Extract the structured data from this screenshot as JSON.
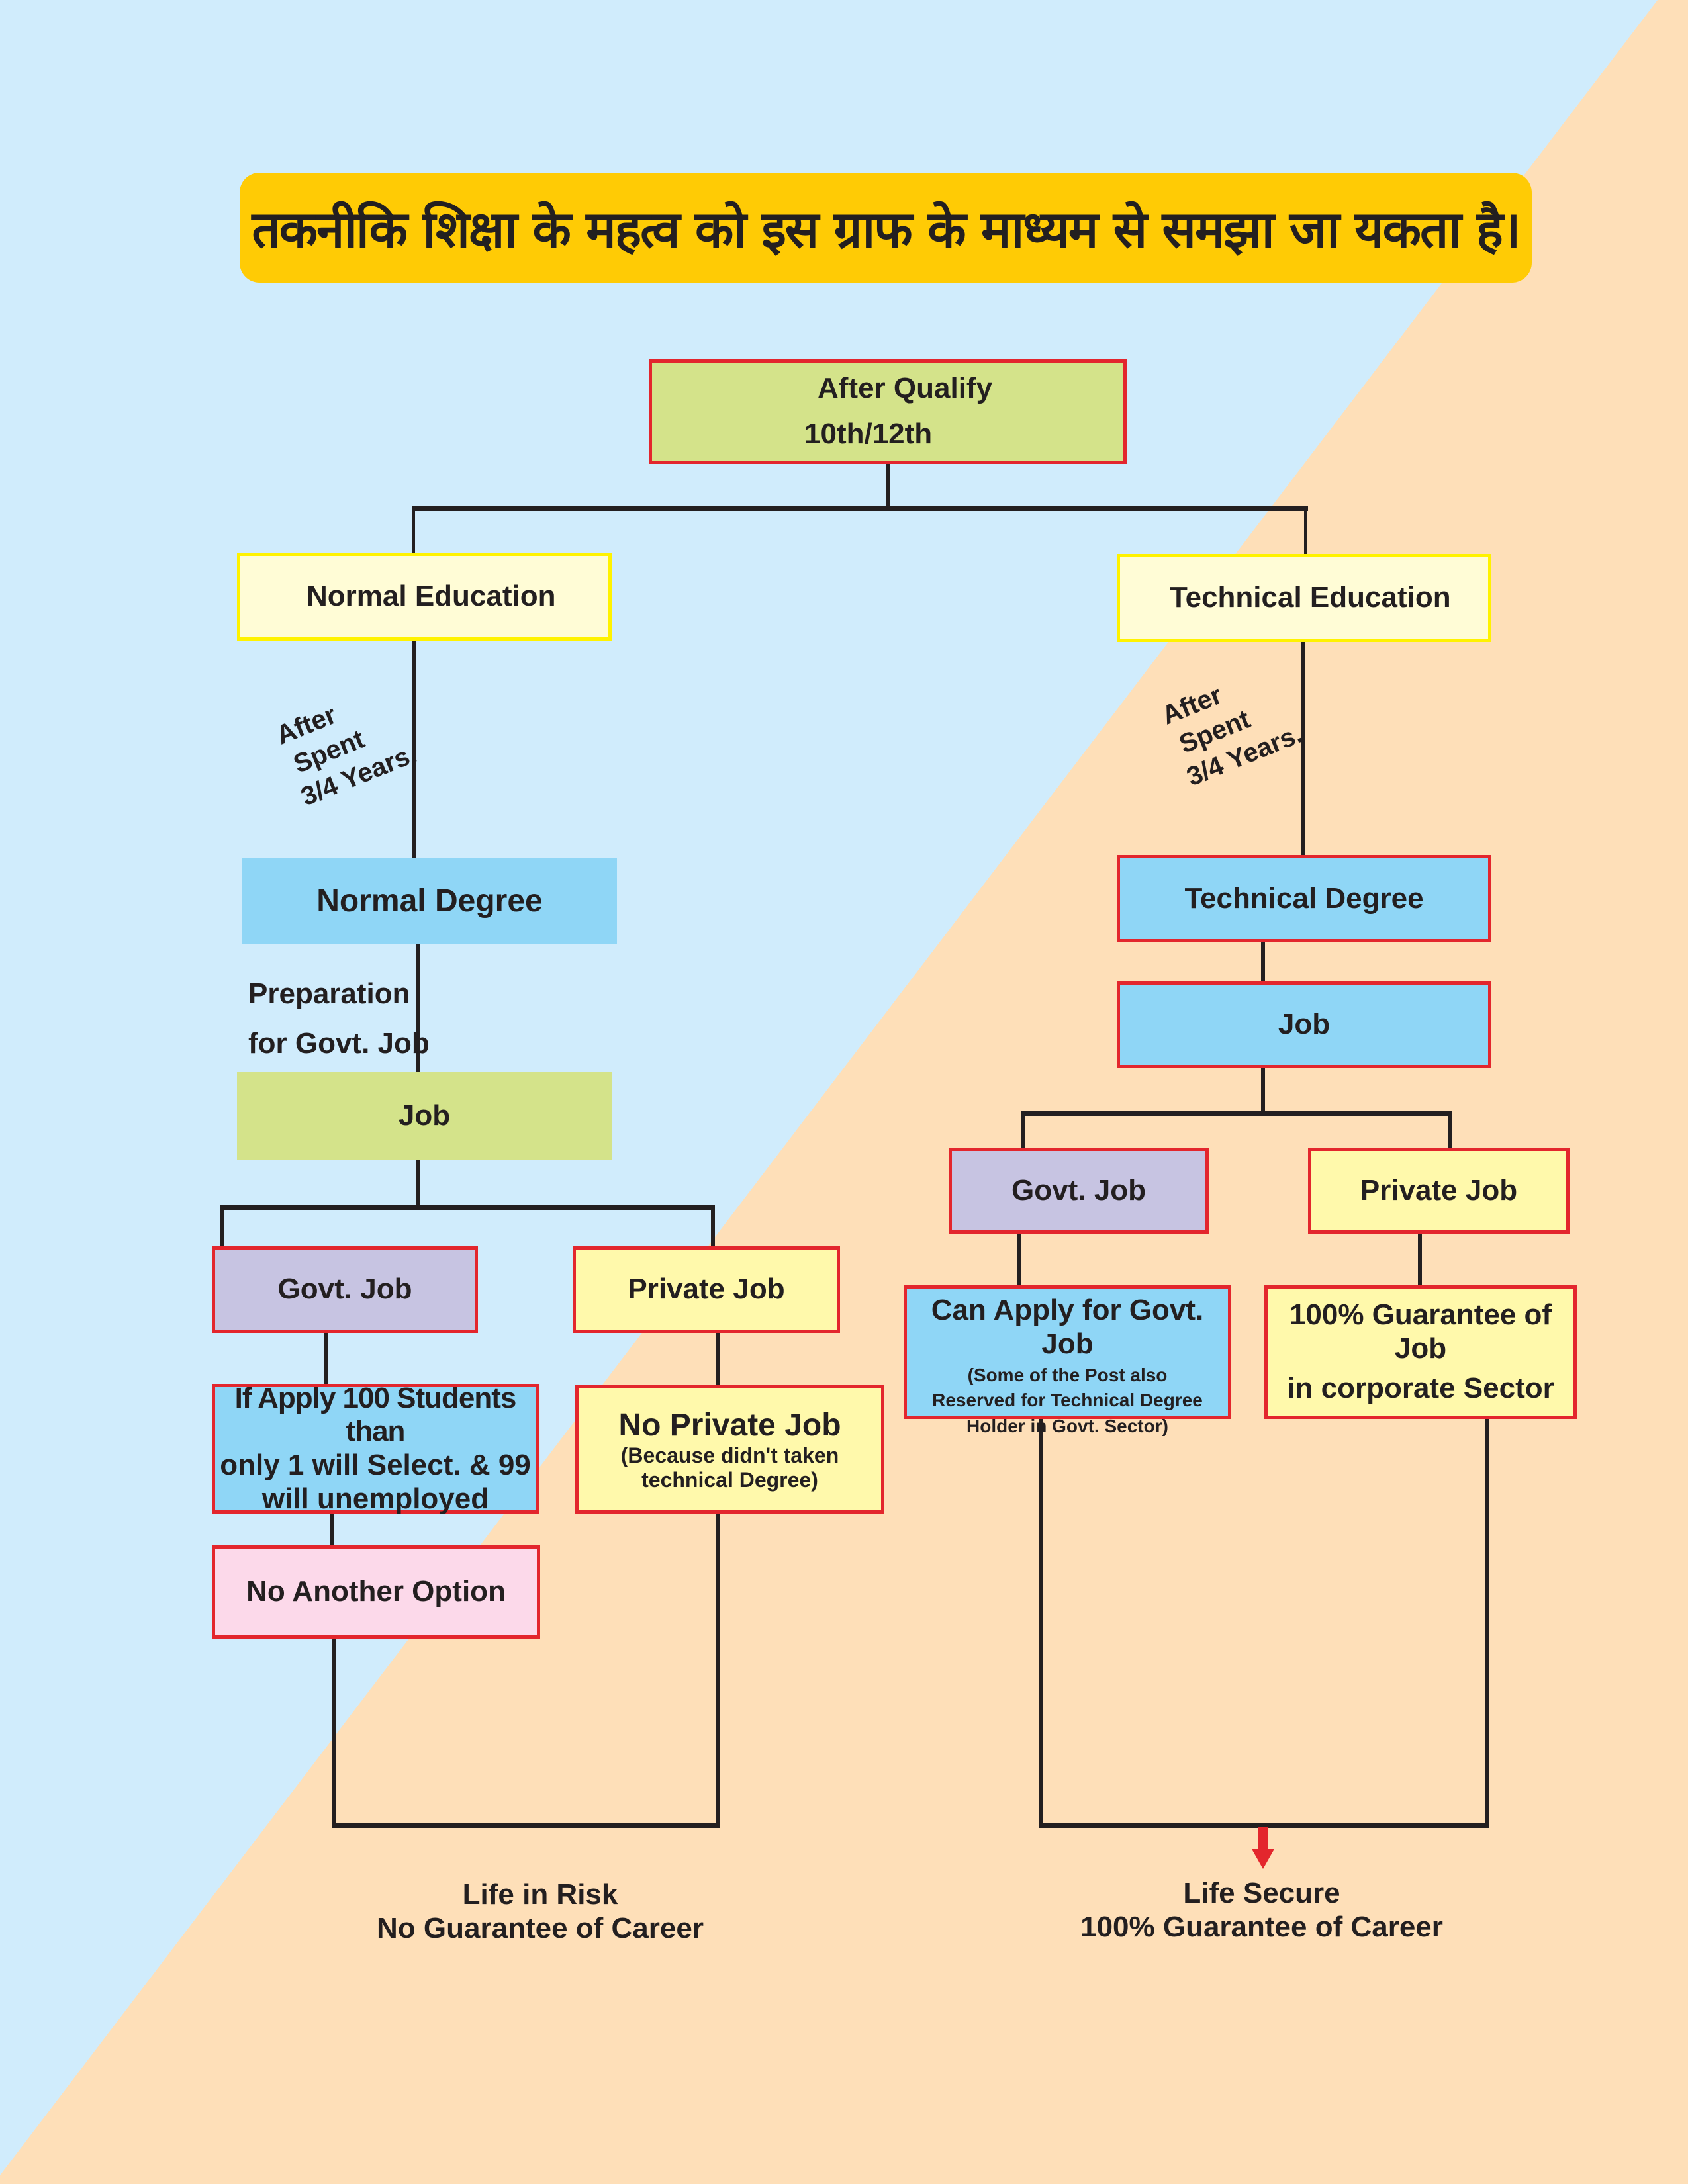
{
  "colors": {
    "background_left": "#d0ecfc",
    "background_right": "#fedfb8",
    "banner": "#ffcb05",
    "box_border_red": "#e3262d",
    "box_border_yellow": "#fff200",
    "arrow": "#e3262d"
  },
  "title": "तकनीकि शिक्षा के महत्व को इस ग्राफ के माध्यम से समझा जा यकता है।",
  "root": {
    "line1": "After Qualify",
    "line2": "10th/12th"
  },
  "normal": {
    "education": "Normal Education",
    "duration": [
      "After",
      "Spent",
      "3/4 Years."
    ],
    "degree": "Normal Degree",
    "preparation": [
      "Preparation",
      "for Govt. Job"
    ],
    "job": "Job",
    "govt_job": "Govt. Job",
    "private_job": "Private Job",
    "govt_result": [
      "If Apply 100 Students than",
      "only 1 will Select. & 99",
      "will unemployed"
    ],
    "private_result_title": "No Private Job",
    "private_result_note": [
      "(Because  didn't taken",
      "technical Degree)"
    ],
    "no_option": "No Another Option",
    "outcome": [
      "Life in Risk",
      "No Guarantee of Career"
    ]
  },
  "technical": {
    "education": "Technical Education",
    "duration": [
      "After",
      "Spent",
      "3/4 Years."
    ],
    "degree": "Technical Degree",
    "job": "Job",
    "govt_job": "Govt. Job",
    "private_job": "Private Job",
    "govt_result_title": "Can Apply for Govt. Job",
    "govt_result_note": [
      "(Some of the Post also",
      "Reserved for Technical Degree",
      "Holder in Govt. Sector)"
    ],
    "private_result": [
      "100% Guarantee of Job",
      "in corporate Sector"
    ],
    "outcome": [
      "Life Secure",
      "100% Guarantee of Career"
    ]
  },
  "icons": {
    "result_arrow": "arrow-down-icon"
  }
}
